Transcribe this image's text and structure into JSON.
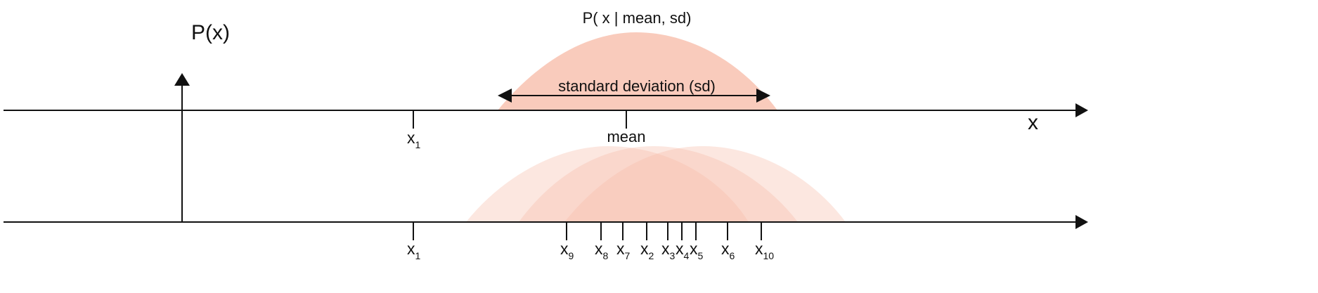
{
  "colors": {
    "curve_fill": "#f7b9a5",
    "axis": "#111111"
  },
  "labels": {
    "y_axis": "P(x)",
    "x_axis": "x",
    "top_curve_title": "P( x | mean,  sd)",
    "sd_label": "standard deviation (sd)",
    "mean_label": "mean"
  },
  "top_axis": {
    "ticks": [
      {
        "base": "x",
        "sub": "1"
      }
    ]
  },
  "bottom_axis": {
    "ticks": [
      {
        "base": "x",
        "sub": "1"
      },
      {
        "base": "x",
        "sub": "9"
      },
      {
        "base": "x",
        "sub": "8"
      },
      {
        "base": "x",
        "sub": "7"
      },
      {
        "base": "x",
        "sub": "2"
      },
      {
        "base": "x",
        "sub": "3"
      },
      {
        "base": "x",
        "sub": "4"
      },
      {
        "base": "x",
        "sub": "5"
      },
      {
        "base": "x",
        "sub": "6"
      },
      {
        "base": "x",
        "sub": "10"
      }
    ]
  }
}
